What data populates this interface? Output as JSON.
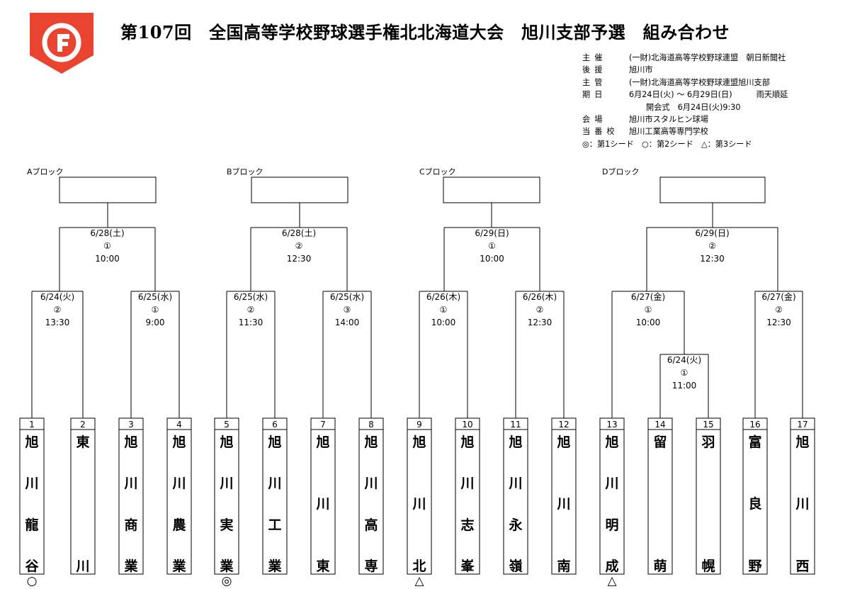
{
  "title": "第107回　全国高等学校野球選手権北北海道大会　旭川支部予選　組み合わせ",
  "info": [
    {
      "key": "主催",
      "value": "(一財)北海道高等学校野球連盟　朝日新聞社"
    },
    {
      "key": "後援",
      "value": "旭川市"
    },
    {
      "key": "主管",
      "value": "(一財)北海道高等学校野球連盟旭川支部"
    },
    {
      "key": "期日",
      "value": "6月24日(火) ～ 6月29日(日)",
      "note": "雨天順延"
    },
    {
      "key": "",
      "value": "開会式　6月24日(火)9:30"
    },
    {
      "key": "会場",
      "value": "旭川市スタルヒン球場"
    },
    {
      "key": "当番校",
      "value": "旭川工業高等専門学校"
    }
  ],
  "seed_legend": "◎：第1シード　○：第2シード　△：第3シード",
  "blocks": [
    "Aブロック",
    "Bブロック",
    "Cブロック",
    "Dブロック"
  ],
  "schools": [
    {
      "num": "1",
      "name": "旭川龍谷",
      "mark": "○"
    },
    {
      "num": "2",
      "name": "東川",
      "mark": ""
    },
    {
      "num": "3",
      "name": "旭川商業",
      "mark": ""
    },
    {
      "num": "4",
      "name": "旭川農業",
      "mark": ""
    },
    {
      "num": "5",
      "name": "旭川実業",
      "mark": "◎"
    },
    {
      "num": "6",
      "name": "旭川工業",
      "mark": ""
    },
    {
      "num": "7",
      "name": "旭川東",
      "mark": ""
    },
    {
      "num": "8",
      "name": "旭川高専",
      "mark": ""
    },
    {
      "num": "9",
      "name": "旭川北",
      "mark": "△"
    },
    {
      "num": "10",
      "name": "旭川志峯",
      "mark": ""
    },
    {
      "num": "11",
      "name": "旭川永嶺",
      "mark": ""
    },
    {
      "num": "12",
      "name": "旭川南",
      "mark": ""
    },
    {
      "num": "13",
      "name": "旭川明成",
      "mark": "△"
    },
    {
      "num": "14",
      "name": "留萌",
      "mark": ""
    },
    {
      "num": "15",
      "name": "羽幌",
      "mark": ""
    },
    {
      "num": "16",
      "name": "富良野",
      "mark": ""
    },
    {
      "num": "17",
      "name": "旭川西",
      "mark": ""
    }
  ],
  "matches": [
    {
      "id": "a1",
      "date": "6/24(火)",
      "game": "②",
      "time": "13:30"
    },
    {
      "id": "a2",
      "date": "6/25(水)",
      "game": "①",
      "time": "9:00"
    },
    {
      "id": "b1",
      "date": "6/25(水)",
      "game": "②",
      "time": "11:30"
    },
    {
      "id": "b2",
      "date": "6/25(水)",
      "game": "③",
      "time": "14:00"
    },
    {
      "id": "c1",
      "date": "6/26(木)",
      "game": "①",
      "time": "10:00"
    },
    {
      "id": "c2",
      "date": "6/26(木)",
      "game": "②",
      "time": "12:30"
    },
    {
      "id": "d0",
      "date": "6/24(火)",
      "game": "①",
      "time": "11:00"
    },
    {
      "id": "d1",
      "date": "6/27(金)",
      "game": "①",
      "time": "10:00"
    },
    {
      "id": "d2",
      "date": "6/27(金)",
      "game": "②",
      "time": "12:30"
    },
    {
      "id": "af",
      "date": "6/28(土)",
      "game": "①",
      "time": "10:00"
    },
    {
      "id": "bf",
      "date": "6/28(土)",
      "game": "②",
      "time": "12:30"
    },
    {
      "id": "cf",
      "date": "6/29(日)",
      "game": "①",
      "time": "10:00"
    },
    {
      "id": "df",
      "date": "6/29(日)",
      "game": "②",
      "time": "12:30"
    }
  ],
  "colors": {
    "logo_red": "#e8442f",
    "line": "#000000"
  }
}
